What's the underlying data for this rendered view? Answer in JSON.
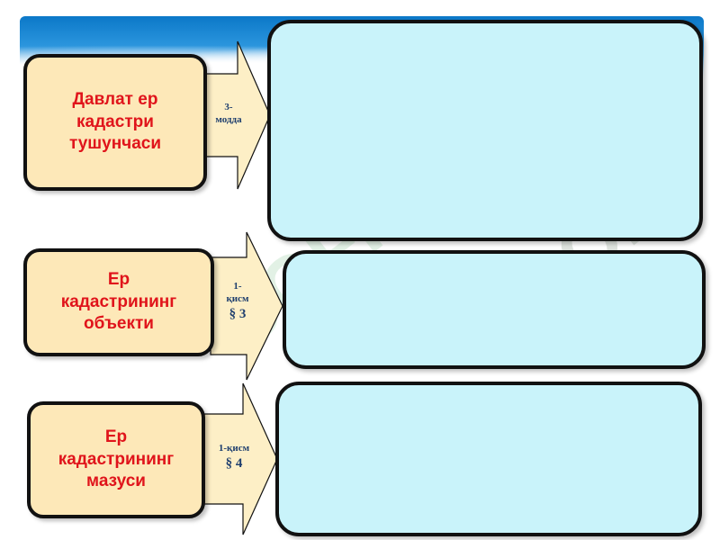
{
  "watermark": "SOFF",
  "rows": [
    {
      "term": "Давлат ер\nкадастри\nтушунчаси",
      "ref_top": "3-\nмодда",
      "ref_section": ""
    },
    {
      "term": "Ер\nкадастрининг\nобъекти",
      "ref_top": "1-\nқисм",
      "ref_section": "§ 3"
    },
    {
      "term": "Ер\nкадастрининг\nмазуси",
      "ref_top": "1-қисм",
      "ref_section": "§ 4"
    }
  ],
  "colors": {
    "term_fill": "#fde8b8",
    "term_text": "#e0141b",
    "arrow_fill": "#fdefc6",
    "answer_fill": "#c9f3fa",
    "outline": "#111111",
    "header_blue": "#0b78c8"
  }
}
